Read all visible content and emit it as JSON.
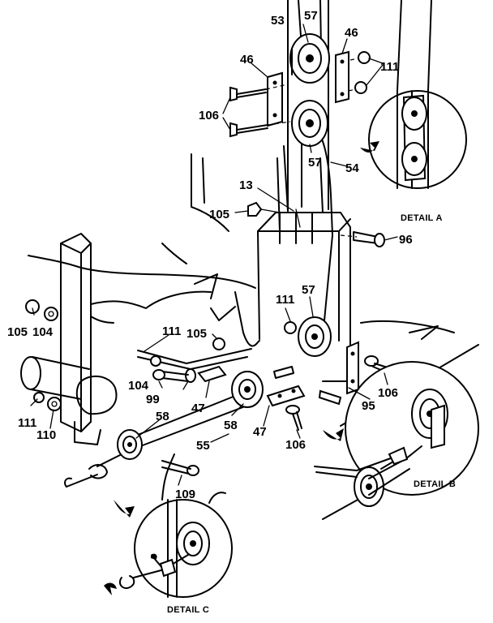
{
  "callouts": {
    "c53": "53",
    "c57a": "57",
    "c46a": "46",
    "c46b": "46",
    "c111a": "111",
    "c106a": "106",
    "c57b": "57",
    "c54": "54",
    "c13": "13",
    "c105a": "105",
    "c96": "96",
    "c111b": "111",
    "c57c": "57",
    "c105b": "105",
    "c104a": "104",
    "c111c": "111",
    "c105c": "105",
    "c104b": "104",
    "c99": "99",
    "c47a": "47",
    "c106b": "106",
    "c95": "95",
    "c111d": "111",
    "c110": "110",
    "c58a": "58",
    "c58b": "58",
    "c55": "55",
    "c47b": "47",
    "c106c": "106",
    "c109": "109"
  },
  "details": {
    "a": "DETAIL A",
    "b": "DETAIL B",
    "c": "DETAIL C"
  }
}
